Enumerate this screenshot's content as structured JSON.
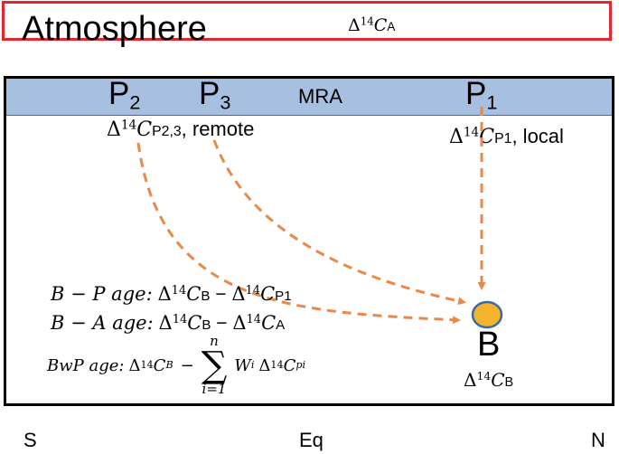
{
  "atmosphere": {
    "title": "Atmosphere",
    "delta": "Δ",
    "sup": "14",
    "c": "C",
    "sub": "A"
  },
  "mra_band": {
    "label": "MRA",
    "p2": {
      "letter": "P",
      "digit": "2"
    },
    "p3": {
      "letter": "P",
      "digit": "3"
    },
    "p1": {
      "letter": "P",
      "digit": "1"
    }
  },
  "remote_label": {
    "delta": "Δ",
    "sup": "14",
    "c": "C",
    "sub": "P2,3",
    "text": ", remote"
  },
  "local_label": {
    "delta": "Δ",
    "sup": "14",
    "c": "C",
    "sub": "P1",
    "text": ", local"
  },
  "equations": {
    "bp": {
      "lhs": "B − P age:",
      "delta": "Δ",
      "sup": "14",
      "c": "C",
      "sub_b": "B",
      "minus": " − ",
      "sub_p": "P1"
    },
    "ba": {
      "lhs": "B − A age:",
      "delta": "Δ",
      "sup": "14",
      "c": "C",
      "sub_b": "B",
      "minus": " − ",
      "sub_a": "A"
    },
    "bwp": {
      "lhs": "BwP age:",
      "delta": "Δ",
      "sup": "14",
      "c": "C",
      "sub_b": "B",
      "minus": "−",
      "sum_symbol": "∑",
      "sum_upper": "n",
      "sum_lower": "i=1",
      "w": "W",
      "w_sub": "i",
      "sub_pi": "pi"
    }
  },
  "bottom_water": {
    "letter": "B",
    "delta": "Δ",
    "sup": "14",
    "c": "C",
    "sub": "B",
    "fill": "#f4b32c",
    "edge": "#3a6aa8"
  },
  "axis": {
    "s": "S",
    "eq": "Eq",
    "n": "N"
  },
  "colors": {
    "atmosphere_border": "#e4262c",
    "mra_band": "#a7bfe0",
    "arrow": "#e8894a"
  }
}
